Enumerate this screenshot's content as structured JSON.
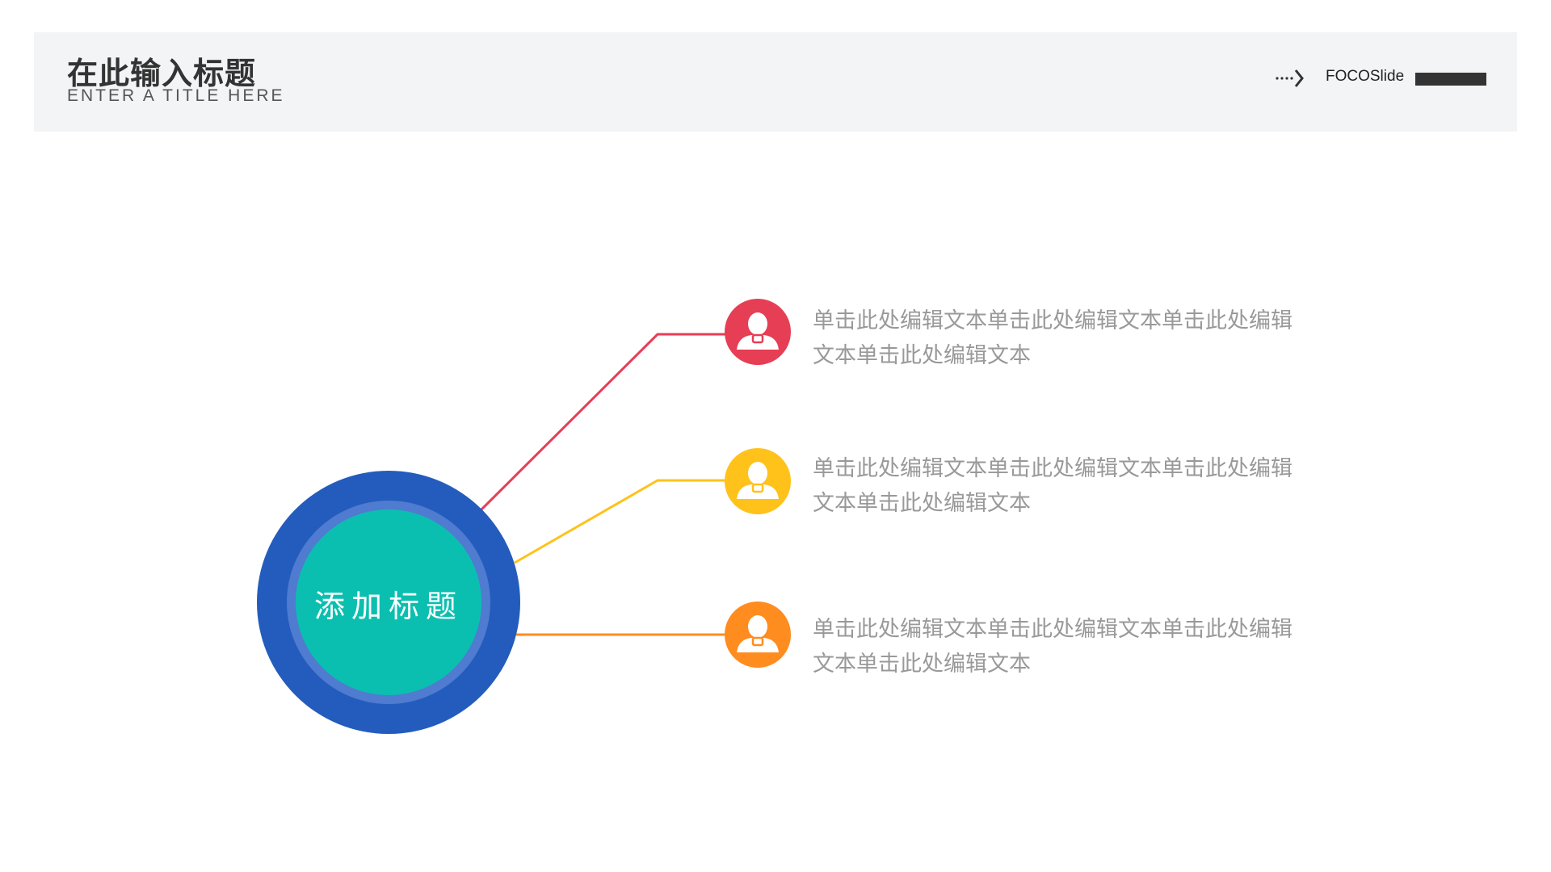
{
  "header": {
    "title": "在此输入标题",
    "subtitle": "ENTER A TITLE HERE",
    "brand": "FOCOSlide",
    "arrow_icon": "dotted-arrow-right-icon"
  },
  "center": {
    "label": "添加标题",
    "outer_color": "#235cbd",
    "ring_color": "#4f7bd0",
    "inner_color": "#0bbfb0"
  },
  "items": [
    {
      "text": "单击此处编辑文本单击此处编辑文本单击此处编辑文本单击此处编辑文本",
      "color": "#e63e55",
      "icon": "user-icon"
    },
    {
      "text": "单击此处编辑文本单击此处编辑文本单击此处编辑文本单击此处编辑文本",
      "color": "#ffc21a",
      "icon": "user-icon"
    },
    {
      "text": "单击此处编辑文本单击此处编辑文本单击此处编辑文本单击此处编辑文本",
      "color": "#ff8c1f",
      "icon": "user-icon"
    }
  ]
}
